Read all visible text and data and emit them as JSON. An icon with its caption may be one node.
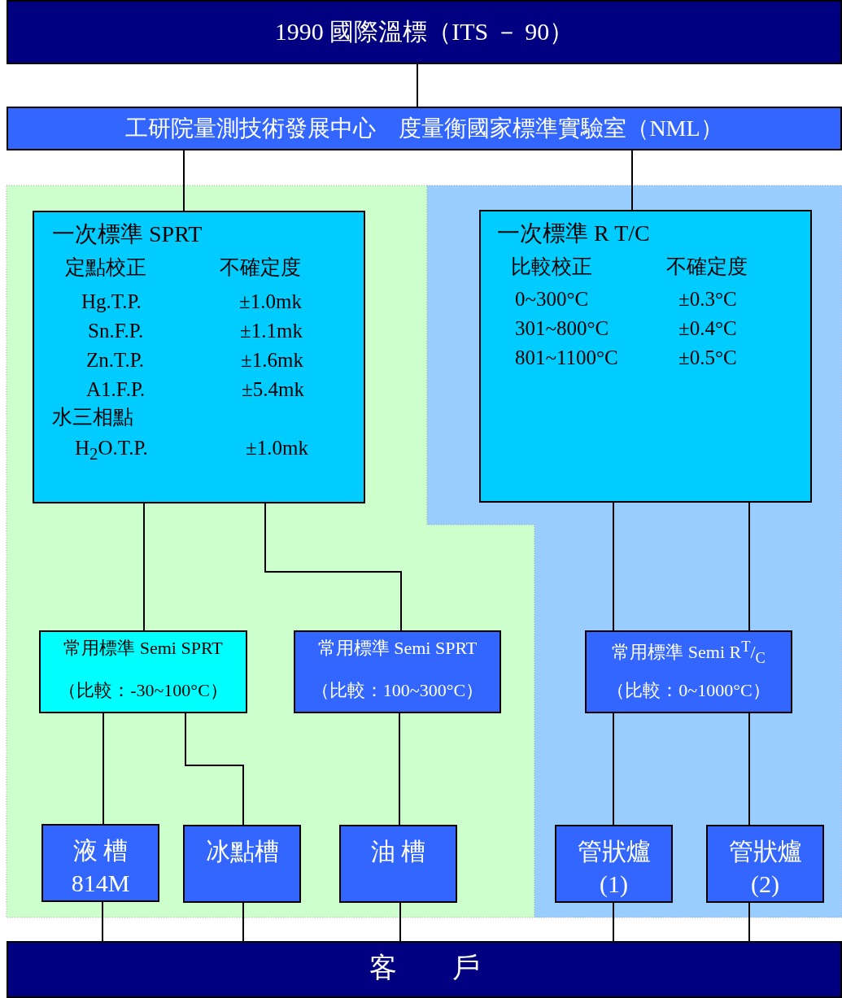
{
  "diagram": {
    "nodes": [
      {
        "text": [
          "1990 國際溫標（ITS － 90）"
        ]
      },
      {
        "text": [
          "工研院量測技術發展中心　度量衡國家標準實驗室（NML）"
        ]
      },
      {
        "text": [
          "一次標準 SPRT",
          "定點校正",
          "不確定度",
          "Hg.T.P.",
          "±1.0mk",
          "Sn.F.P.",
          "±1.1mk",
          "Zn.T.P.",
          "±1.6mk",
          "A1.F.P.",
          "±5.4mk",
          "水三相點",
          "H$_{2}$O.T.P.",
          "±1.0mk"
        ]
      },
      {
        "text": [
          "一次標準 R T/C",
          "比較校正",
          "不確定度",
          "0~300°C",
          "±0.3°C",
          "301~800°C",
          "±0.4°C",
          "801~1100°C",
          "±0.5°C"
        ]
      },
      {
        "text": [
          "常用標準 Semi SPRT",
          "（比較：-30~100°C）"
        ]
      },
      {
        "text": [
          "常用標準 Semi SPRT",
          "（比較：100~300°C）"
        ]
      },
      {
        "text": [
          "常用標準 Semi R$^{T}$/$_{C}$",
          "（比較：0~1000°C）"
        ]
      },
      {
        "text": [
          "液 槽",
          "814M"
        ]
      },
      {
        "text": [
          "冰點槽"
        ]
      },
      {
        "text": [
          "油 槽"
        ]
      },
      {
        "text": [
          "管狀爐",
          "(1)"
        ]
      },
      {
        "text": [
          "管狀爐",
          "(2)"
        ]
      },
      {
        "text": [
          "客　　戶"
        ]
      }
    ],
    "edges": [
      {
        "from": 0,
        "to": 1,
        "arrow": "none"
      },
      {
        "from": 1,
        "to": 2,
        "arrow": "none"
      },
      {
        "from": 1,
        "to": 3,
        "arrow": "none"
      },
      {
        "from": 2,
        "to": 4,
        "arrow": "none"
      },
      {
        "from": 2,
        "to": 5,
        "arrow": "none"
      },
      {
        "from": 3,
        "to": 6,
        "arrow": "none"
      },
      {
        "from": 3,
        "to": 6,
        "arrow": "none"
      },
      {
        "from": 4,
        "to": 7,
        "arrow": "none"
      },
      {
        "from": 4,
        "to": 8,
        "arrow": "none"
      },
      {
        "from": 5,
        "to": 9,
        "arrow": "none"
      },
      {
        "from": 6,
        "to": 10,
        "arrow": "none"
      },
      {
        "from": 6,
        "to": 11,
        "arrow": "none"
      },
      {
        "from": 7,
        "to": 12,
        "arrow": "none"
      },
      {
        "from": 8,
        "to": 12,
        "arrow": "none"
      },
      {
        "from": 9,
        "to": 12,
        "arrow": "none"
      },
      {
        "from": 10,
        "to": 12,
        "arrow": "none"
      },
      {
        "from": 11,
        "to": 12,
        "arrow": "none"
      }
    ]
  }
}
